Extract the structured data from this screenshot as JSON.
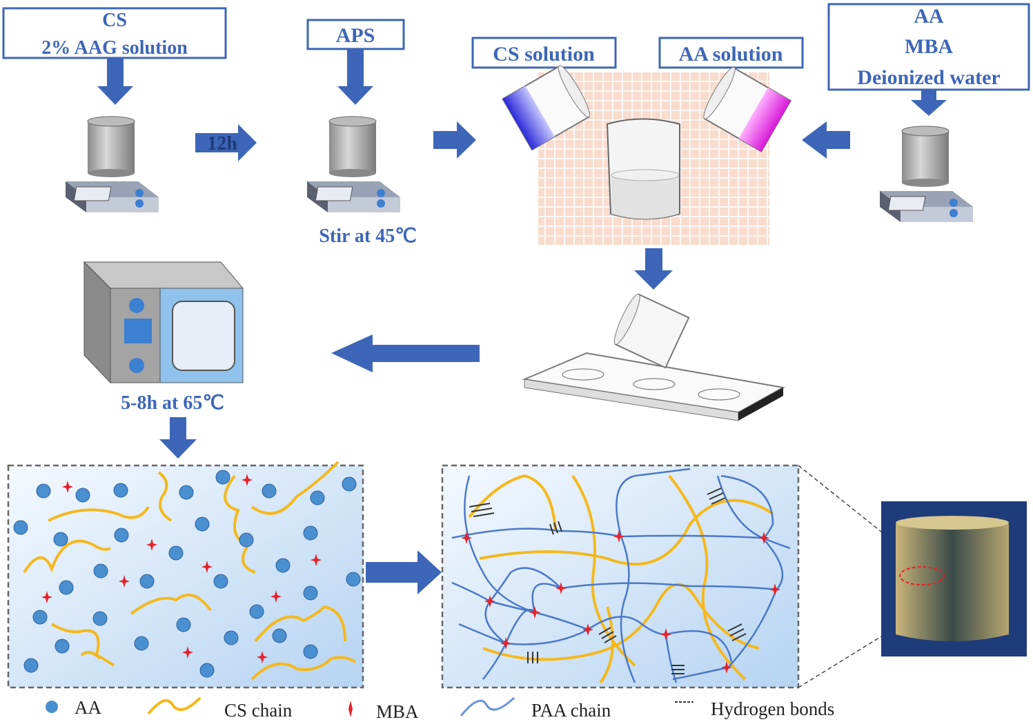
{
  "steps": {
    "box1": {
      "line1": "CS",
      "line2": "2% AAG solution"
    },
    "arrow_12h": "12h",
    "box_aps": "APS",
    "stir_label": "Stir at 45℃",
    "box_cs_solution": "CS solution",
    "box_aa_solution": "AA solution",
    "box_right": {
      "line1": "AA",
      "line2": "MBA",
      "line3": "Deionized water"
    },
    "oven_label": "5-8h at 65℃"
  },
  "legend": {
    "aa": "AA",
    "cs_chain": "CS chain",
    "mba": "MBA",
    "paa_chain": "PAA chain",
    "hydrogen_bonds": "Hydrogen bonds"
  },
  "colors": {
    "arrow": "#3d66b8",
    "aa_dot": "#4a8fd0",
    "cs_chain": "#f5b81c",
    "paa_chain": "#4a78c8",
    "mba": "#e8202a",
    "mixing_bg": "#f7d8c8"
  }
}
